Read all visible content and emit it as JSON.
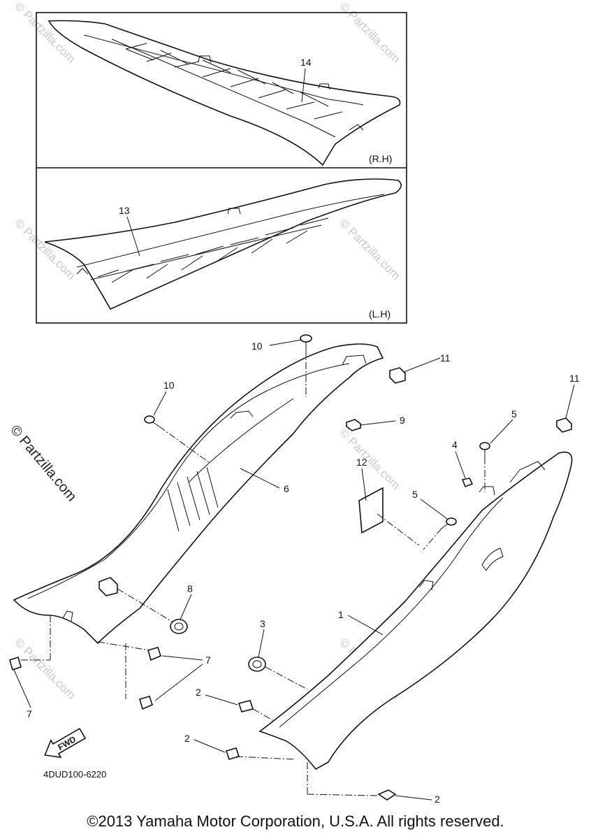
{
  "diagram": {
    "inset_labels": {
      "right": "(R.H)",
      "left": "(L.H)"
    },
    "callouts": {
      "c1": "1",
      "c2a": "2",
      "c2b": "2",
      "c2c": "2",
      "c3": "3",
      "c4": "4",
      "c5a": "5",
      "c5b": "5",
      "c6": "6",
      "c7a": "7",
      "c7b": "7",
      "c8": "8",
      "c9": "9",
      "c10a": "10",
      "c10b": "10",
      "c11a": "11",
      "c11b": "11",
      "c12": "12",
      "c13": "13",
      "c14": "14"
    },
    "fwd_label": "FWD",
    "diagram_code": "4DUD100-6220",
    "watermark": "© Partzilla.com"
  },
  "footer": {
    "copyright": "©2013 Yamaha Motor Corporation, U.S.A. All rights reserved."
  }
}
